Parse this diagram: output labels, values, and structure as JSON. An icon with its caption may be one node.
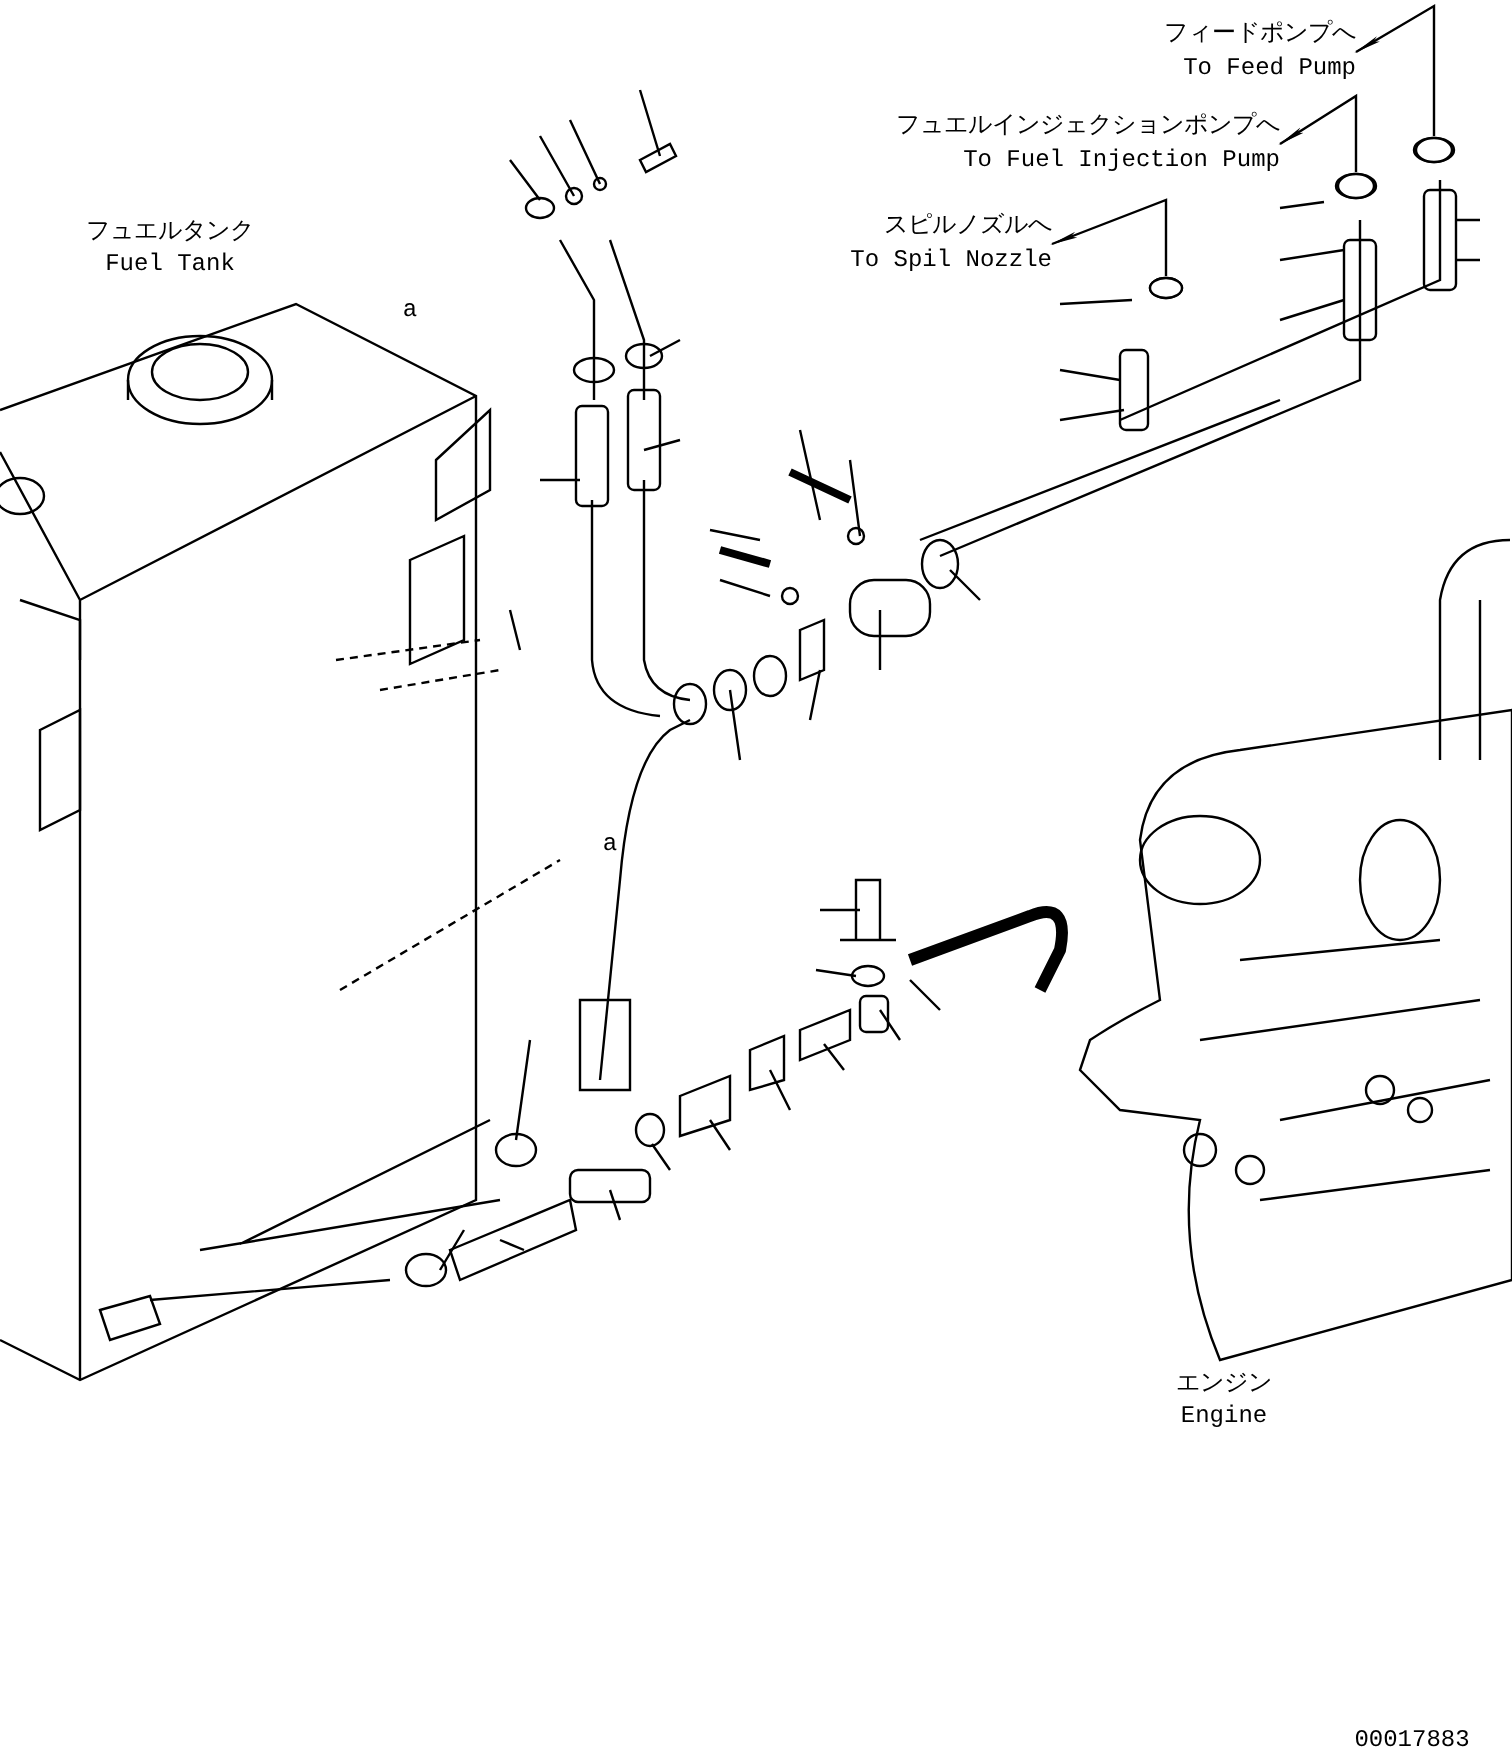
{
  "diagram": {
    "nodes": [
      {
        "text": [
          "フィードポンプへ",
          "To Feed Pump"
        ]
      },
      {
        "text": [
          "フュエルインジェクションポンプへ",
          "To Fuel Injection Pump"
        ]
      },
      {
        "text": [
          "スピルノズルへ",
          "To Spil Nozzle"
        ]
      },
      {
        "text": [],
        "shape": "circle"
      },
      {
        "text": [],
        "shape": "circle"
      },
      {
        "text": [],
        "shape": "circle"
      }
    ],
    "edges": [
      {
        "from": 3,
        "to": 0,
        "arrow": "to"
      },
      {
        "from": 4,
        "to": 1,
        "arrow": "to"
      },
      {
        "from": 5,
        "to": 2,
        "arrow": "to"
      }
    ],
    "labels": [
      "フュエルタンク",
      "Fuel Tank",
      "a",
      "a",
      "エンジン",
      "Engine",
      "00017883"
    ]
  }
}
